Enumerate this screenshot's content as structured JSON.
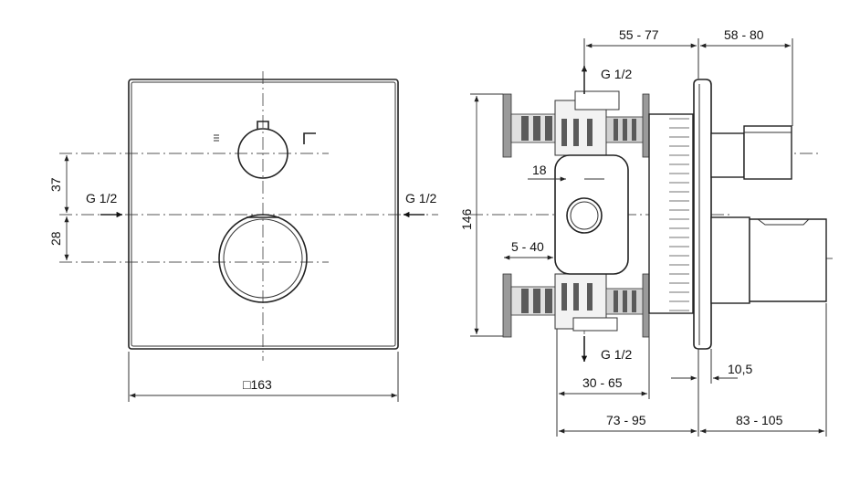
{
  "front_view": {
    "dim_width": "□163",
    "dim_upper_vertical": "37",
    "dim_lower_vertical": "28",
    "inlet_left": "G 1/2",
    "inlet_right": "G 1/2"
  },
  "side_view": {
    "dim_height": "146",
    "dim_top_left": "55 - 77",
    "dim_top_right": "58 - 80",
    "outlet_top": "G 1/2",
    "outlet_bottom": "G 1/2",
    "dim_port": "18",
    "dim_offset": "5 - 40",
    "dim_bottom_mid": "30 - 65",
    "dim_plate": "10,5",
    "dim_bottom_left": "73 - 95",
    "dim_bottom_right": "83 - 105"
  }
}
